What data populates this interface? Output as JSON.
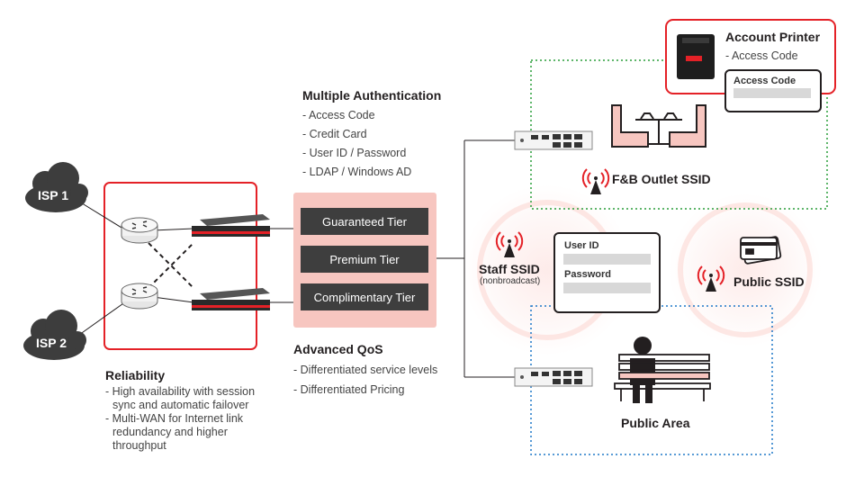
{
  "isp": [
    "ISP 1",
    "ISP 2"
  ],
  "reliability": {
    "title": "Reliability",
    "items": [
      [
        "- High availability with session",
        "  sync and automatic failover"
      ],
      [
        "- Multi-WAN for Internet link",
        "  redundancy and higher",
        "  throughput"
      ]
    ]
  },
  "auth": {
    "title": "Multiple Authentication",
    "items": [
      "- Access Code",
      "- Credit Card",
      "- User ID / Password",
      "- LDAP / Windows AD"
    ]
  },
  "tiers": [
    "Guaranteed Tier",
    "Premium Tier",
    "Complimentary Tier"
  ],
  "qos": {
    "title": "Advanced QoS",
    "items": [
      "- Differentiated service levels",
      "- Differentiated Pricing"
    ]
  },
  "printer": {
    "title": "Account Printer",
    "subtitle": "- Access Code",
    "ticket_label": "Access Code"
  },
  "ssids": {
    "fb": "F&B Outlet SSID",
    "staff": "Staff SSID",
    "staff_note": "(nonbroadcast)",
    "public": "Public SSID"
  },
  "login_box": {
    "user_label": "User ID",
    "password_label": "Password"
  },
  "public_area": "Public Area",
  "colors": {
    "accent_red": "#e42127",
    "tier_bg": "#3e3e3e",
    "tier_panel": "#f7c6c0",
    "green_dots": "#2a9d3a",
    "blue_dots": "#1e78c8",
    "cloud": "#3d3d3d"
  }
}
